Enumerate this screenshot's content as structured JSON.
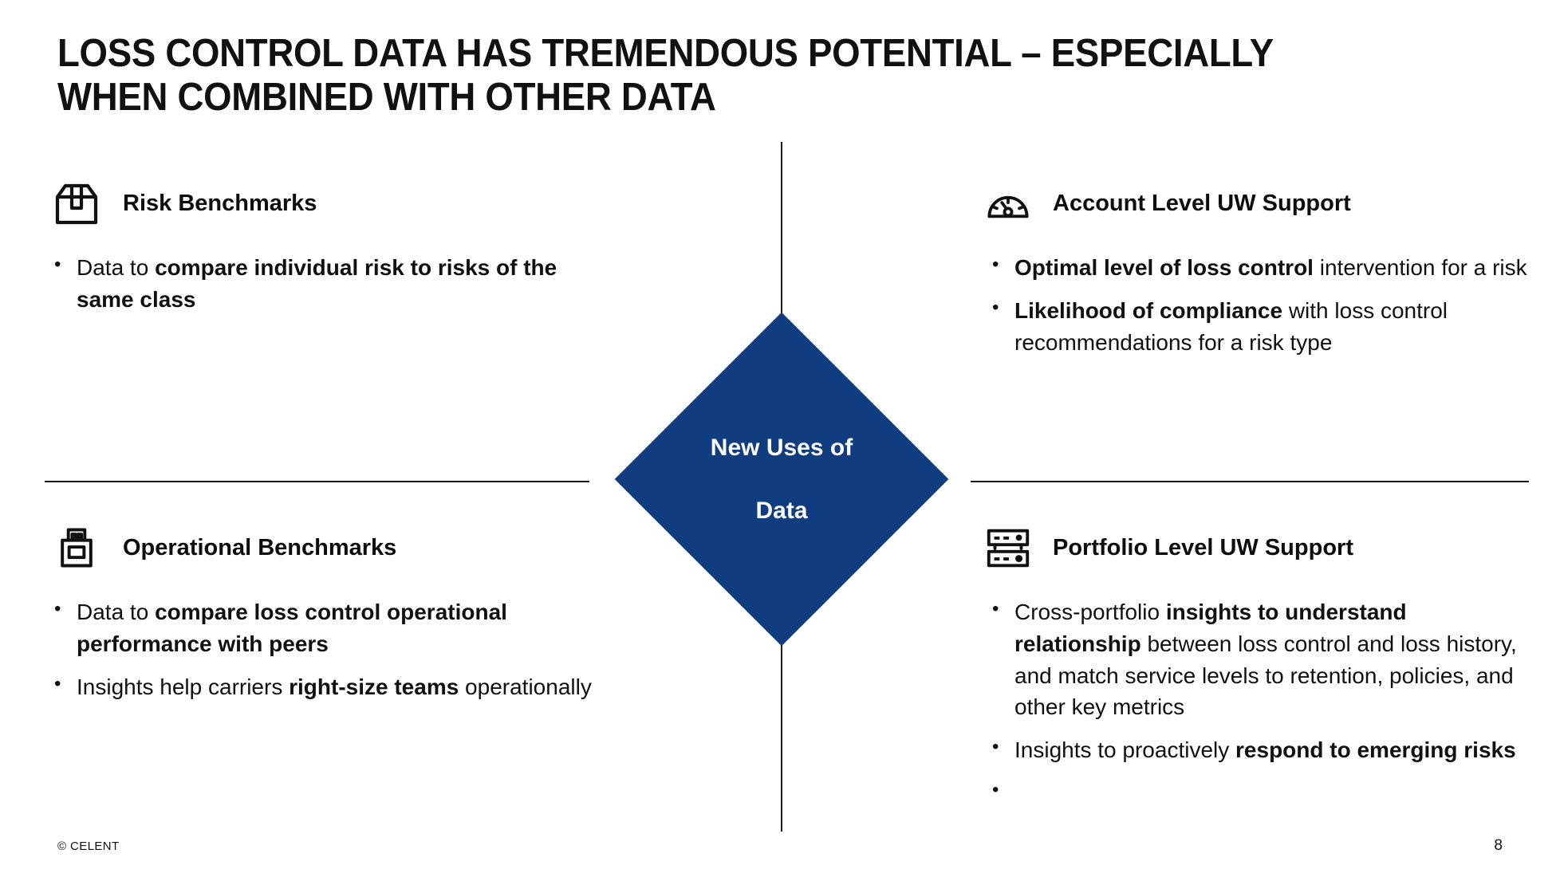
{
  "slide": {
    "title": "LOSS CONTROL DATA HAS TREMENDOUS POTENTIAL – ESPECIALLY WHEN COMBINED WITH OTHER DATA",
    "page_number": "8",
    "copyright": "© CELENT",
    "accent_color": "#0f3d7f",
    "text_color": "#111111"
  },
  "center": {
    "label_line1": "New Uses of",
    "label_line2": "Data",
    "shape": "diamond",
    "fill": "#0f3d7f",
    "text_color": "#ffffff"
  },
  "quadrants": {
    "top_left": {
      "icon": "package-box-icon",
      "title": "Risk Benchmarks",
      "bullets": [
        {
          "parts": [
            {
              "text": "Data to ",
              "bold": false
            },
            {
              "text": "compare individual risk to risks of the same class",
              "bold": true
            }
          ]
        }
      ]
    },
    "top_right": {
      "icon": "speedometer-gauge-icon",
      "title": "Account Level UW Support",
      "bullets": [
        {
          "parts": [
            {
              "text": "Optimal level of loss control",
              "bold": true
            },
            {
              "text": " intervention for a risk",
              "bold": false
            }
          ]
        },
        {
          "parts": [
            {
              "text": "Likelihood of compliance",
              "bold": true
            },
            {
              "text": " with loss control recommendations for a risk type",
              "bold": false
            }
          ]
        }
      ]
    },
    "bottom_left": {
      "icon": "usb-drive-icon",
      "title": "Operational Benchmarks",
      "bullets": [
        {
          "parts": [
            {
              "text": "Data to ",
              "bold": false
            },
            {
              "text": "compare loss control operational performance with peers",
              "bold": true
            }
          ]
        },
        {
          "parts": [
            {
              "text": "Insights help carriers ",
              "bold": false
            },
            {
              "text": "right-size teams",
              "bold": true
            },
            {
              "text": " operationally",
              "bold": false
            }
          ]
        }
      ]
    },
    "bottom_right": {
      "icon": "server-rack-icon",
      "title": "Portfolio Level UW Support",
      "bullets": [
        {
          "parts": [
            {
              "text": "Cross-portfolio ",
              "bold": false
            },
            {
              "text": "insights to understand relationship",
              "bold": true
            },
            {
              "text": " between loss control and loss history, and match service levels to retention, policies, and other key metrics",
              "bold": false
            }
          ]
        },
        {
          "parts": [
            {
              "text": "Insights to proactively ",
              "bold": false
            },
            {
              "text": "respond to emerging risks",
              "bold": true
            }
          ]
        },
        {
          "parts": []
        }
      ]
    }
  }
}
